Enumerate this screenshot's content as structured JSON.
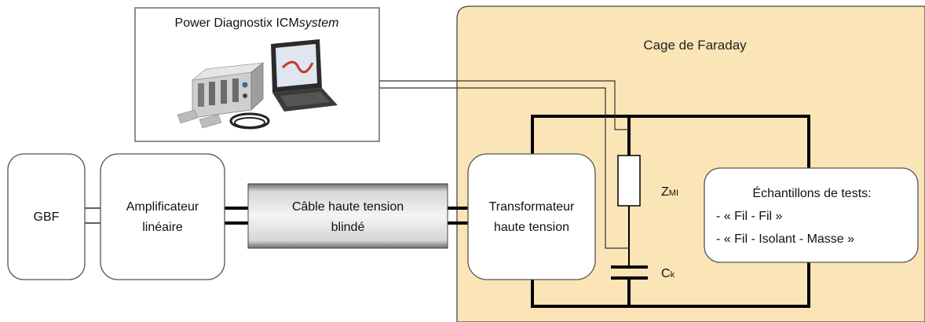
{
  "colors": {
    "faraday_fill": "#fbe5b6",
    "faraday_stroke": "#444444",
    "box_stroke": "#555555",
    "wire": "#000000",
    "cable_body": "#dcdcdc"
  },
  "faraday_cage": {
    "label": "Cage de Faraday"
  },
  "icm_system": {
    "title_main": "Power Diagnostix ICM",
    "title_italic": "system",
    "image": "photo of measurement instrument with laptop"
  },
  "gbf": {
    "label": "GBF"
  },
  "amplifier": {
    "line1": "Amplificateur",
    "line2": "linéaire"
  },
  "cable": {
    "line1": "Câble haute tension",
    "line2": "blindé"
  },
  "transformer": {
    "line1": "Transformateur",
    "line2": "haute tension"
  },
  "impedance": {
    "main": "Z",
    "sub": "MI"
  },
  "capacitor": {
    "main": "C",
    "sub": "k"
  },
  "samples": {
    "title": "Échantillons de tests:",
    "item1": "- « Fil - Fil »",
    "item2": "- « Fil - Isolant - Masse »"
  }
}
